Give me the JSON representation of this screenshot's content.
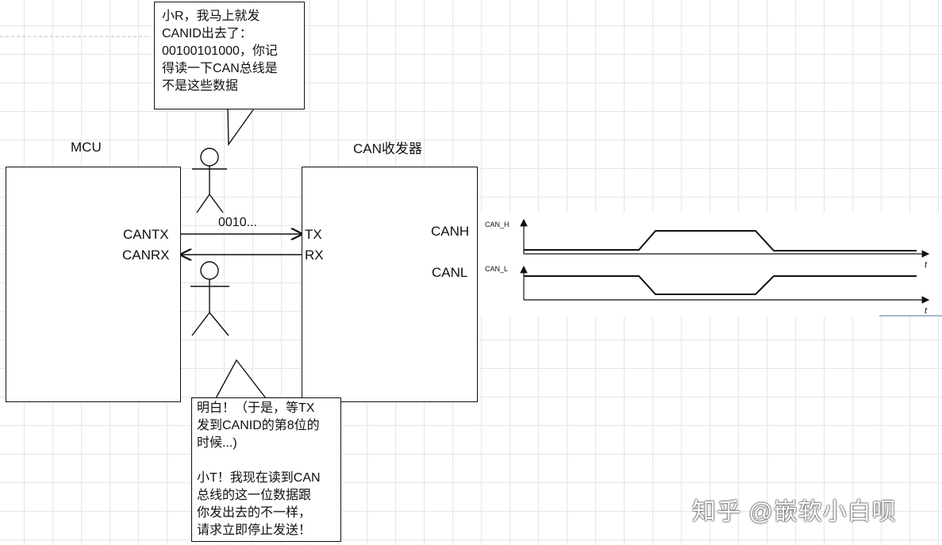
{
  "mcu": {
    "title": "MCU",
    "pin_tx": "CANTX",
    "pin_rx": "CANRX"
  },
  "transceiver": {
    "title": "CAN收发器",
    "pin_tx": "TX",
    "pin_rx": "RX",
    "canh": "CANH",
    "canl": "CANL"
  },
  "signal": {
    "bits_label": "0010..."
  },
  "bubble_top": {
    "text": "小R，我马上就发\nCANID出去了：\n00100101000，你记\n得读一下CAN总线是\n不是这些数据"
  },
  "bubble_bottom": {
    "text": "明白！（于是，等TX\n发到CANID的第8位的\n时候...)\n\n小T！我现在读到CAN\n总线的这一位数据跟\n你发出去的不一样，\n请求立即停止发送！"
  },
  "waveform": {
    "canh_label": "CAN_H",
    "canl_label": "CAN_L",
    "time_label": "t"
  },
  "watermark": "知乎 @嵌软小白呗"
}
